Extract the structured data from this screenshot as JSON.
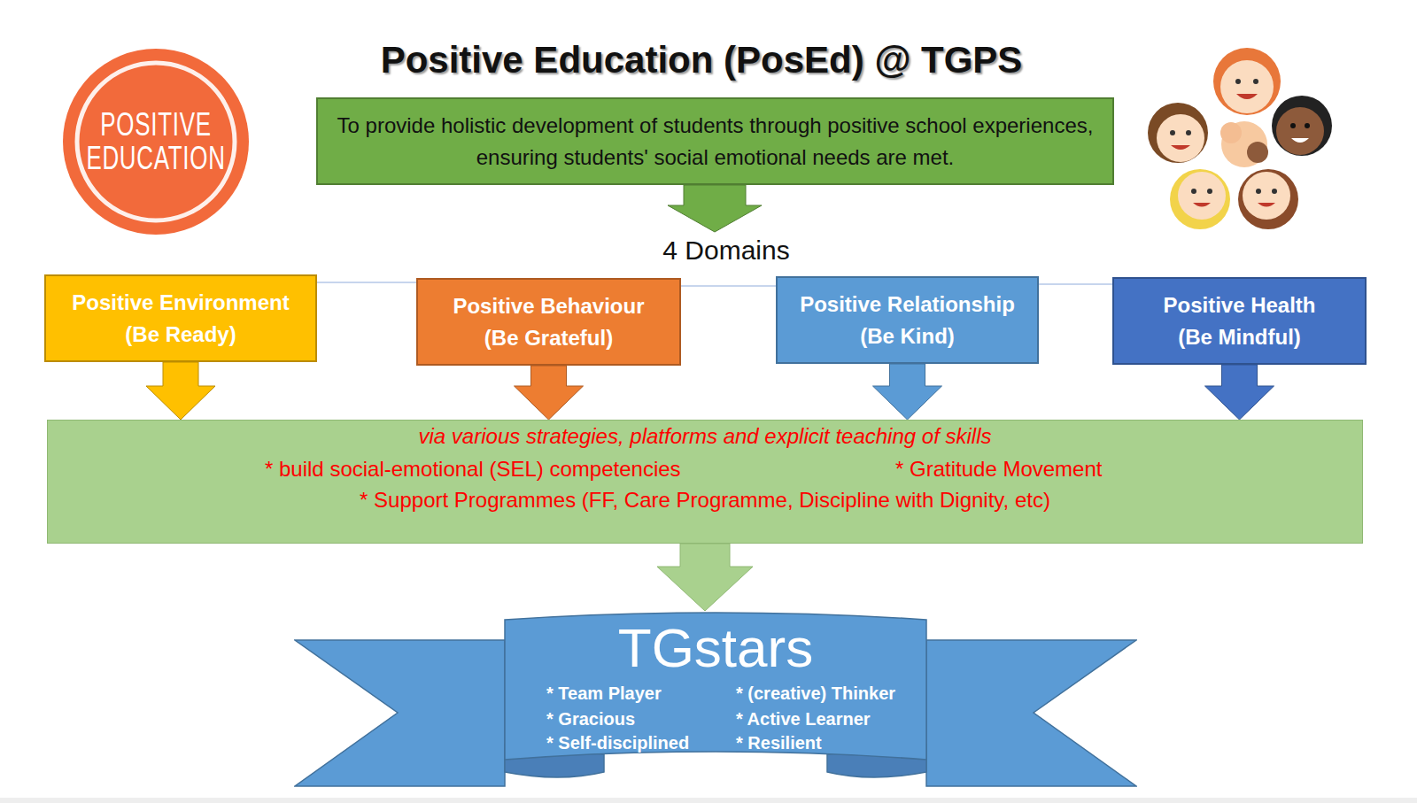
{
  "diagram": {
    "title": "Positive Education (PosEd) @ TGPS",
    "nodes": [
      {
        "text": [
          "POSITIVE EDUCATION"
        ]
      },
      {
        "text": [
          "To provide holistic development of students through positive school experiences, ensuring students' social emotional needs are met."
        ]
      },
      {
        "text": [
          "Positive Environment",
          "(Be Ready)"
        ]
      },
      {
        "text": [
          "Positive Behaviour",
          "(Be Grateful)"
        ]
      },
      {
        "text": [
          "Positive Relationship",
          "(Be Kind)"
        ]
      },
      {
        "text": [
          "Positive Health",
          "(Be Mindful)"
        ]
      },
      {
        "text": [
          "via various strategies, platforms and explicit teaching of skills",
          "* build social-emotional (SEL) competencies",
          "* Gratitude Movement",
          "* Support Programmes (FF, Care Programme, Discipline with Dignity, etc)"
        ]
      },
      {
        "text": [
          "TGstars",
          "* Team Player",
          "* (creative) Thinker",
          "* Gracious",
          "* Active Learner",
          "* Self-disciplined",
          "* Resilient"
        ]
      }
    ],
    "edges": [
      {
        "from": 2,
        "to": 3,
        "arrow": "none"
      },
      {
        "from": 3,
        "to": 4,
        "arrow": "none"
      },
      {
        "from": 4,
        "to": 5,
        "arrow": "none"
      },
      {
        "from": 2,
        "to": 6,
        "arrow": "to"
      },
      {
        "from": 3,
        "to": 6,
        "arrow": "to"
      },
      {
        "from": 4,
        "to": 6,
        "arrow": "to"
      },
      {
        "from": 5,
        "to": 6,
        "arrow": "to"
      },
      {
        "from": 6,
        "to": 7,
        "arrow": "to"
      }
    ],
    "labels": [
      "4 Domains"
    ]
  }
}
